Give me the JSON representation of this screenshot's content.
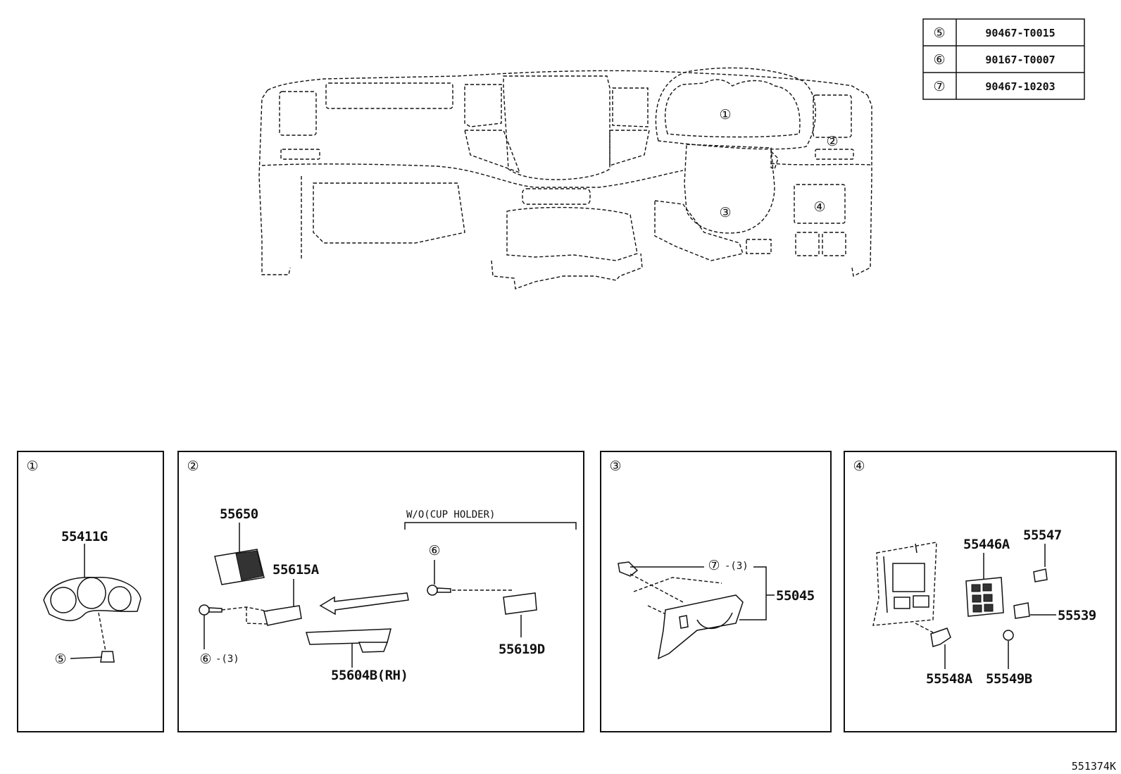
{
  "fastener_table": [
    {
      "ref": "⑤",
      "part_no": "90467-T0015"
    },
    {
      "ref": "⑥",
      "part_no": "90167-T0007"
    },
    {
      "ref": "⑦",
      "part_no": "90467-10203"
    }
  ],
  "overview": {
    "callouts": [
      "①",
      "②",
      "③",
      "④"
    ]
  },
  "panels": {
    "p1": {
      "ref": "①",
      "parts": {
        "cluster": "55411G",
        "clip_ref": "⑤"
      }
    },
    "p2": {
      "ref": "②",
      "parts": {
        "vent": "55650",
        "bracket": "55615A",
        "screw_ref": "⑥",
        "screw_qty": "-(3)",
        "box": "55604B(RH)",
        "cond_label": "W/O(CUP HOLDER)",
        "screw_ref2": "⑥",
        "cover": "55619D"
      }
    },
    "p3": {
      "ref": "③",
      "parts": {
        "screw_ref": "⑦",
        "screw_qty": "-(3)",
        "lower_panel": "55045"
      }
    },
    "p4": {
      "ref": "④",
      "parts": {
        "switch_panel": "55446A",
        "cap": "55547",
        "knob": "55539",
        "holder": "55548A",
        "plug": "55549B"
      }
    }
  },
  "illustration_id": "551374K"
}
